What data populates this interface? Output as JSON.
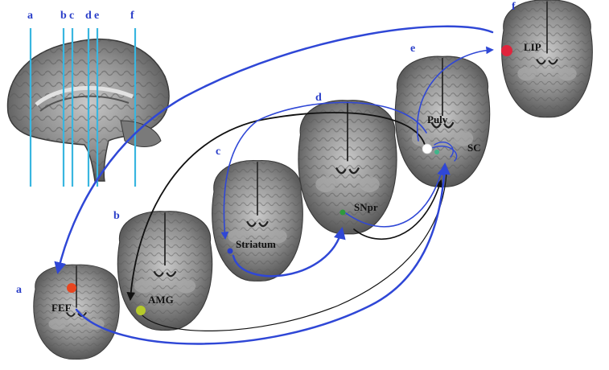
{
  "figure": {
    "sagittal_slice_labels": [
      "a",
      "b",
      "c",
      "d",
      "e",
      "f"
    ],
    "coronal_slice_labels": [
      "a",
      "f"
    ],
    "connection_labels": [
      "b",
      "c",
      "d",
      "e"
    ],
    "regions": {
      "fef": "FEF",
      "amg": "AMG",
      "striatum": "Striatum",
      "snpr": "SNpr",
      "pulv": "Pulv",
      "sc": "SC",
      "lip": "LIP"
    },
    "colors": {
      "connection_blue": "#2f47d6",
      "connection_black": "#111111",
      "slice_line": "#39b6e0",
      "fef_dot": "#e8451f",
      "amg_dot": "#b5c92a",
      "striatum_dot": "#2b3fc9",
      "snpr_dot": "#2e9a3c",
      "pulv_dot": "#ffffff",
      "sc_dot": "#3fb58a",
      "lip_dot": "#e0243c"
    }
  }
}
